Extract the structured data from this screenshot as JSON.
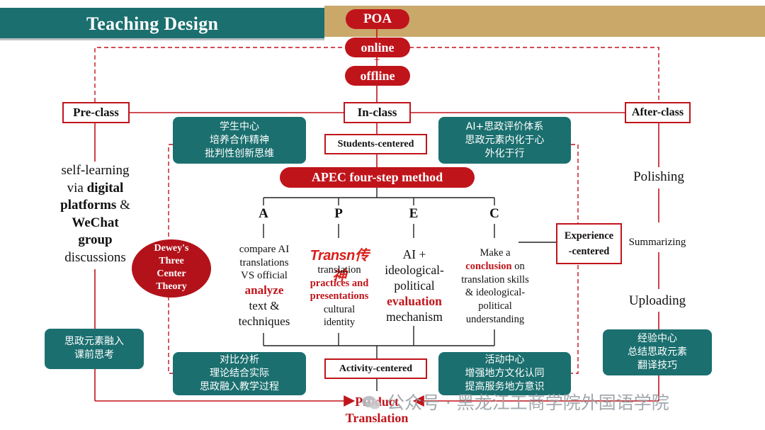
{
  "header": {
    "title": "Teaching Design"
  },
  "poa": {
    "label": "POA",
    "online": "online",
    "plus": "+",
    "offline": "offline"
  },
  "phases": {
    "pre": "Pre-class",
    "in": "In-class",
    "after": "After-class"
  },
  "pre_class": {
    "lines": [
      "self-learning",
      "via digital",
      "platforms &",
      "WeChat",
      "group",
      "discussions"
    ],
    "teal_lines": [
      "思政元素融入",
      "课前思考"
    ]
  },
  "center_top": {
    "left_teal": [
      "学生中心",
      "培养合作精神",
      "批判性创新思维"
    ],
    "students_centered": "Students-centered",
    "right_teal": [
      "AI+思政评价体系",
      "思政元素内化于心",
      "外化于行"
    ],
    "apec": "APEC four-step method"
  },
  "dewey": {
    "lines": [
      "Dewey's",
      "Three",
      "Center",
      "Theory"
    ]
  },
  "steps": {
    "A": {
      "letter": "A",
      "l1": "compare AI",
      "l2": "translations",
      "l3": "VS official",
      "l4": "analyze",
      "l5": "text &",
      "l6": "techniques"
    },
    "P": {
      "letter": "P",
      "logo": "Transn传神",
      "l1": "translation",
      "l2": "practices and",
      "l3": "presentations",
      "l4": "cultural",
      "l5": "identity"
    },
    "E": {
      "letter": "E",
      "l1": "AI +",
      "l2": "ideological-",
      "l3": "political",
      "l4": "evaluation",
      "l5": "mechanism"
    },
    "C": {
      "letter": "C",
      "l1": "Make a",
      "l2": "conclusion",
      "l2b": "on",
      "l3": "translation skills",
      "l4": "& ideological-",
      "l5": "political",
      "l6": "understanding"
    }
  },
  "experience": {
    "l1": "Experience",
    "l2": "-centered"
  },
  "after_class": {
    "polishing": "Polishing",
    "summarizing": "Summarizing",
    "uploading": "Uploading",
    "teal_lines": [
      "经验中心",
      "总结思政元素",
      "翻译技巧"
    ]
  },
  "center_bottom": {
    "left_teal": [
      "对比分析",
      "理论结合实际",
      "思政融入教学过程"
    ],
    "activity_centered": "Activity-centered",
    "right_teal": [
      "活动中心",
      "增强地方文化认同",
      "提高服务地方意识"
    ]
  },
  "product": {
    "l1": "Product",
    "l2": "Translation"
  },
  "watermark": "公众号 · 黑龙江工商学院外国语学院",
  "colors": {
    "red": "#c0141b",
    "teal": "#1b6f6f",
    "gold": "#c9a86a"
  }
}
